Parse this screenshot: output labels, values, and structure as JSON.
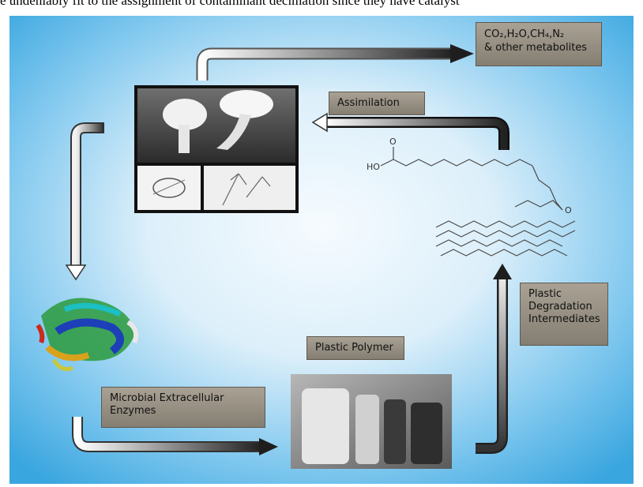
{
  "top_text": "e undeniably fit to the assignment of contaminant decimation since they have catalyst",
  "labels": {
    "products_line1": "CO₂,H₂O,CH₄,N₂",
    "products_line2": "& other metabolites",
    "assimilation": "Assimilation",
    "plastic_polymer": "Plastic Polymer",
    "enzymes_line1": "Microbial Extracellular",
    "enzymes_line2": "Enzymes",
    "intermediates_line1": "Plastic",
    "intermediates_line2": "Degradation",
    "intermediates_line3": "Intermediates"
  },
  "molecule": {
    "ho": "HO",
    "o_top": "O",
    "o_right": "O"
  },
  "colors": {
    "background_light": "#f4f9fd",
    "background_blue": "#3fa9e0",
    "label_fill": "#978f83",
    "arrow_dark": "#1e1e1e"
  }
}
